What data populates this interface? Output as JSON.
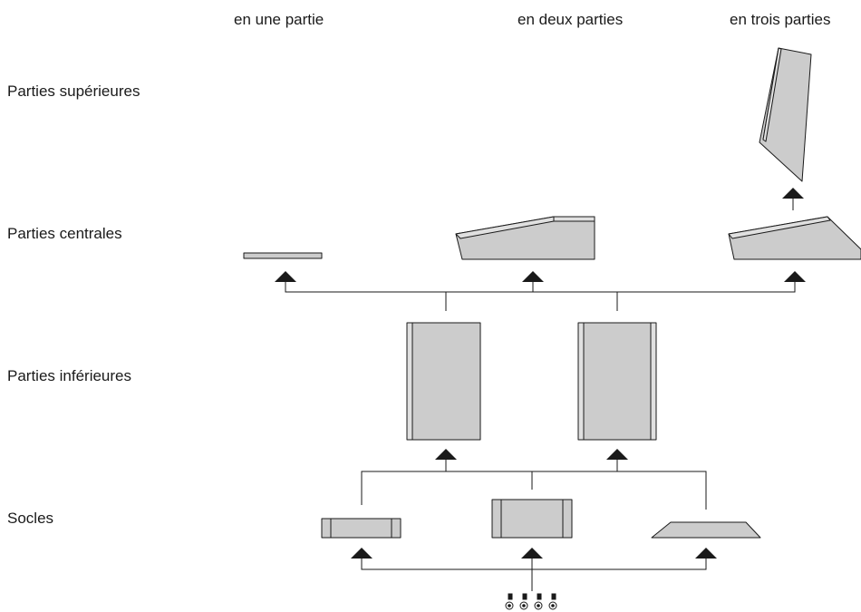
{
  "columns": {
    "one": "en une partie",
    "two": "en deux parties",
    "three": "en trois parties"
  },
  "rows": {
    "top": "Parties supérieures",
    "middle": "Parties centrales",
    "lower": "Parties inférieures",
    "base": "Socles"
  },
  "colors": {
    "panel_fill": "#cccccc",
    "stroke": "#1a1a1a",
    "text": "#1a1a1a"
  }
}
